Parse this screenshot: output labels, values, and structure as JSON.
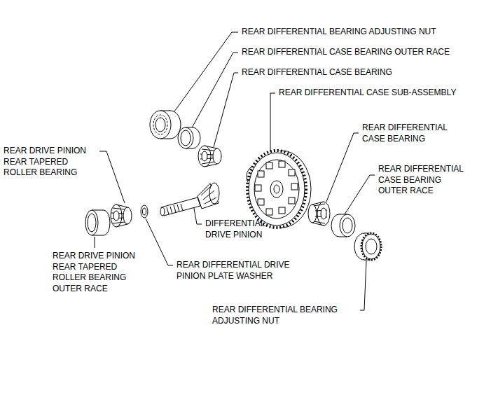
{
  "diagram": {
    "labels": [
      "REAR DIFFERENTIAL BEARING ADJUSTING NUT",
      "REAR DIFFERENTIAL CASE BEARING OUTER RACE",
      "REAR DIFFERENTIAL CASE BEARING",
      "REAR DIFFERENTIAL CASE SUB-ASSEMBLY",
      "REAR DIFFERENTIAL CASE BEARING",
      "REAR DRIVE PINION REAR TAPERED ROLLER BEARING",
      "REAR DIFFERENTIAL CASE BEARING OUTER RACE",
      "DIFFERENTIAL DRIVE PINION",
      "REAR DRIVE PINION REAR TAPERED ROLLER BEARING OUTER RACE",
      "REAR DIFFERENTIAL DRIVE PINION PLATE WASHER",
      "REAR DIFFERENTIAL BEARING ADJUSTING NUT"
    ]
  }
}
